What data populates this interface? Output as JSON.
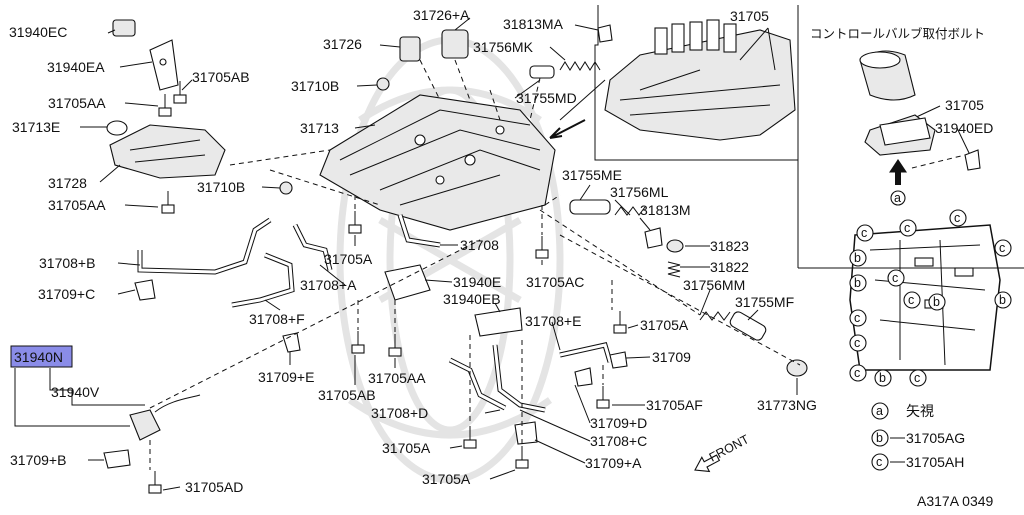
{
  "labels": {
    "p31940EC": "31940EC",
    "p31940EA": "31940EA",
    "p31705AB_top": "31705AB",
    "p31705AA_top": "31705AA",
    "p31713E": "31713E",
    "p31728": "31728",
    "p31705AA_mid": "31705AA",
    "p31726A": "31726+A",
    "p31813MA": "31813MA",
    "p31726": "31726",
    "p31756MK": "31756MK",
    "p31710B_top": "31710B",
    "p31755MD": "31755MD",
    "p31713": "31713",
    "p31710B_mid": "31710B",
    "p31755ME": "31755ME",
    "p31756ML": "31756ML",
    "p31813M": "31813M",
    "p31708": "31708",
    "p31823": "31823",
    "p31822": "31822",
    "p31708B": "31708+B",
    "p31705A_mid": "31705A",
    "p31940E": "31940E",
    "p31705AC": "31705AC",
    "p31756MM": "31756MM",
    "p31709C": "31709+C",
    "p31708A": "31708+A",
    "p31940EB": "31940EB",
    "p31755MF": "31755MF",
    "p31708F": "31708+F",
    "p31708E": "31708+E",
    "p31705A_right": "31705A",
    "p31940N": "31940N",
    "p31709E": "31709+E",
    "p31709": "31709",
    "p31705AA_bot": "31705AA",
    "p31940V": "31940V",
    "p31705AB_bot": "31705AB",
    "p31705AF": "31705AF",
    "p31773NG": "31773NG",
    "p31708D": "31708+D",
    "p31709D": "31709+D",
    "p31708C": "31708+C",
    "p31709B": "31709+B",
    "p31705A_bot": "31705A",
    "p31709A": "31709+A",
    "p31705A_bot2": "31705A",
    "p31705AD": "31705AD",
    "front": "FRONT",
    "p31705_inset": "31705",
    "inset_caption": "コントロールバルブ取付ボルト",
    "p31705_detail": "31705",
    "p31940ED": "31940ED",
    "legend_a_letter": "a",
    "legend_a_text": "矢視",
    "legend_b_letter": "b",
    "legend_b_text": "31705AG",
    "legend_c_letter": "c",
    "legend_c_text": "31705AH",
    "callout_a": "a",
    "callout_b": "b",
    "callout_c": "c",
    "diagram_code": "A317A 0349"
  },
  "highlight_color": "#8a8ce8"
}
